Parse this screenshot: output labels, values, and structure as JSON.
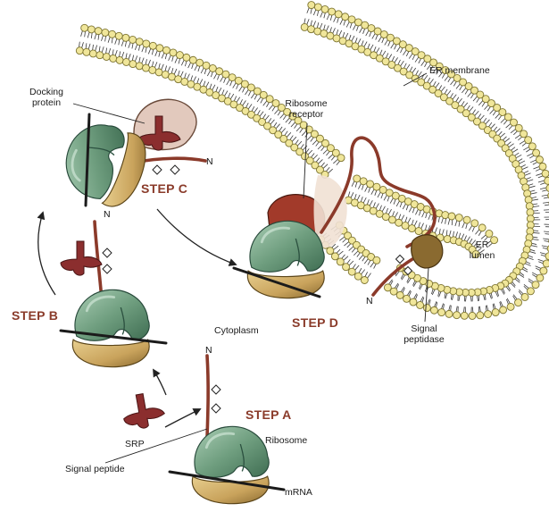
{
  "labels": {
    "docking_protein": "Docking\nprotein",
    "ribosome_receptor": "Ribosome\nreceptor",
    "er_membrane": "ER membrane",
    "er_lumen": "ER\nlumen",
    "signal_peptidase": "Signal\npeptidase",
    "cytoplasm": "Cytoplasm",
    "ribosome": "Ribosome",
    "srp": "SRP",
    "signal_peptide": "Signal peptide",
    "mrna": "mRNA",
    "n_terminus": "N"
  },
  "steps": {
    "a": "STEP A",
    "b": "STEP B",
    "c": "STEP C",
    "d": "STEP D"
  },
  "colors": {
    "ribosome_large": "#6f9e7f",
    "ribosome_small": "#c9a35c",
    "peptide": "#8b3a2a",
    "srp": "#8b2e2e",
    "membrane_head": "#f0e69a",
    "membrane_tail": "#444444",
    "step_label": "#8a3b2a",
    "docking": "#e2c9bd",
    "receptor": "#a23a2a",
    "peptidase": "#8a6a30"
  }
}
